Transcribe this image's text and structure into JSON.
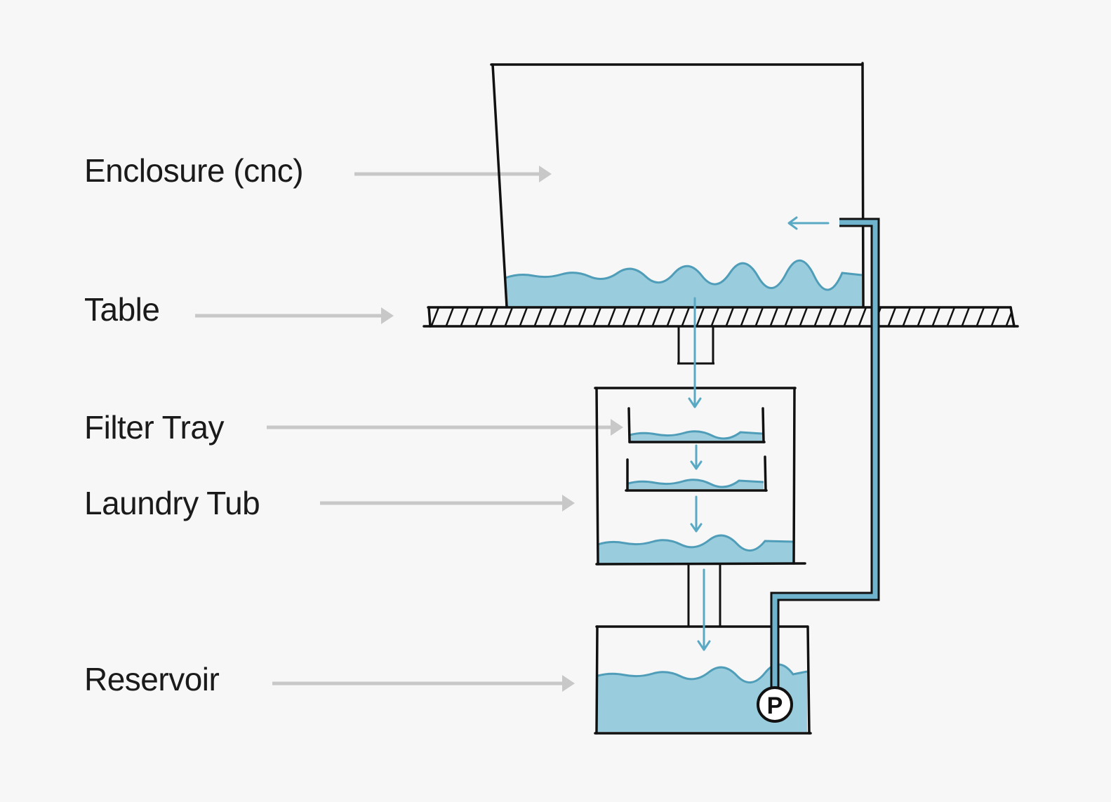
{
  "labels": {
    "enclosure": "Enclosure (cnc)",
    "table": "Table",
    "filter_tray": "Filter Tray",
    "laundry_tub": "Laundry Tub",
    "reservoir": "Reservoir"
  },
  "pump_symbol": "P",
  "colors": {
    "background": "#f7f7f7",
    "ink": "#111111",
    "water_fill": "#8ec7d8",
    "water_line": "#4f9db8",
    "pipe_fill": "#6fb4cc",
    "flow_arrow": "#5aa9c4",
    "pointer_arrow": "#c8c8c8"
  }
}
